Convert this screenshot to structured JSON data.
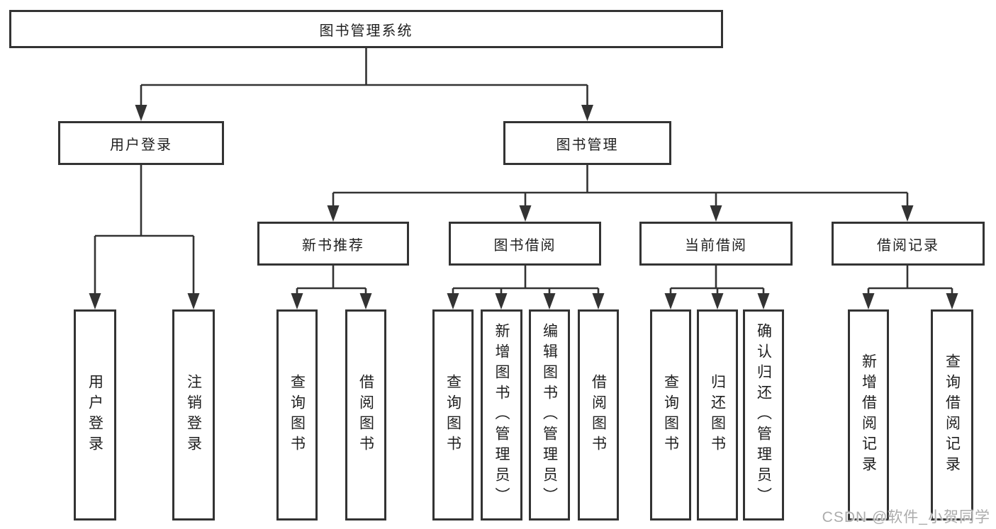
{
  "diagram": {
    "root": {
      "label": "图书管理系统"
    },
    "level2": [
      {
        "label": "用户登录"
      },
      {
        "label": "图书管理"
      }
    ],
    "level3": [
      {
        "label": "新书推荐"
      },
      {
        "label": "图书借阅"
      },
      {
        "label": "当前借阅"
      },
      {
        "label": "借阅记录"
      }
    ],
    "leaves": [
      {
        "label": "用户登录"
      },
      {
        "label": "注销登录"
      },
      {
        "label": "查询图书"
      },
      {
        "label": "借阅图书"
      },
      {
        "label": "查询图书"
      },
      {
        "label": "新增图书（管理员）"
      },
      {
        "label": "编辑图书（管理员）"
      },
      {
        "label": "借阅图书"
      },
      {
        "label": "查询图书"
      },
      {
        "label": "归还图书"
      },
      {
        "label": "确认归还（管理员）"
      },
      {
        "label": "新增借阅记录"
      },
      {
        "label": "查询借阅记录"
      }
    ]
  },
  "watermark": {
    "text": "CSDN @软件_小贺同学"
  },
  "colors": {
    "line": "#333333",
    "text": "#1f1f1f",
    "background": "#ffffff",
    "watermark": "#a8a8a8"
  }
}
